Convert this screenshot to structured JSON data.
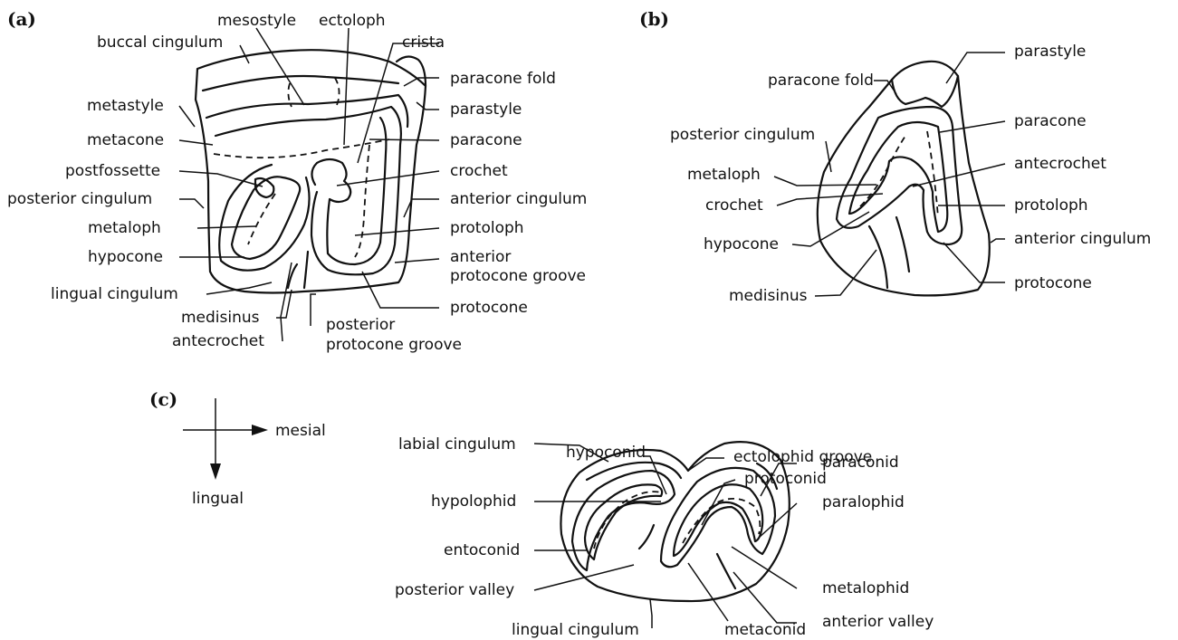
{
  "panels": {
    "a": "(a)",
    "b": "(b)",
    "c": "(c)"
  },
  "a": {
    "mesostyle": "mesostyle",
    "ectoloph": "ectoloph",
    "buccal_cingulum": "buccal cingulum",
    "crista": "crista",
    "paracone_fold": "paracone fold",
    "metastyle": "metastyle",
    "parastyle": "parastyle",
    "metacone": "metacone",
    "paracone": "paracone",
    "postfossette": "postfossette",
    "crochet": "crochet",
    "posterior_cingulum": "posterior cingulum",
    "anterior_cingulum": "anterior cingulum",
    "metaloph": "metaloph",
    "protoloph": "protoloph",
    "hypocone": "hypocone",
    "anterior_protocone_groove_1": "anterior",
    "anterior_protocone_groove_2": "protocone groove",
    "lingual_cingulum": "lingual cingulum",
    "protocone": "protocone",
    "medisinus": "medisinus",
    "posterior_protocone_groove_1": "posterior",
    "posterior_protocone_groove_2": "protocone groove",
    "antecrochet": "antecrochet"
  },
  "b": {
    "paracone_fold": "paracone fold",
    "parastyle": "parastyle",
    "paracone": "paracone",
    "posterior_cingulum": "posterior cingulum",
    "metaloph": "metaloph",
    "antecrochet": "antecrochet",
    "crochet": "crochet",
    "protoloph": "protoloph",
    "hypocone": "hypocone",
    "anterior_cingulum": "anterior cingulum",
    "medisinus": "medisinus",
    "protocone": "protocone"
  },
  "compass": {
    "mesial": "mesial",
    "lingual": "lingual"
  },
  "c": {
    "hypoconid": "hypoconid",
    "ectolophid_groove": "ectolophid groove",
    "protoconid": "protoconid",
    "labial_cingulum": "labial cingulum",
    "paraconid": "paraconid",
    "hypolophid": "hypolophid",
    "paralophid": "paralophid",
    "entoconid": "entoconid",
    "metalophid": "metalophid",
    "posterior_valley": "posterior valley",
    "anterior_valley": "anterior valley",
    "lingual_cingulum": "lingual cingulum",
    "metaconid": "metaconid"
  }
}
